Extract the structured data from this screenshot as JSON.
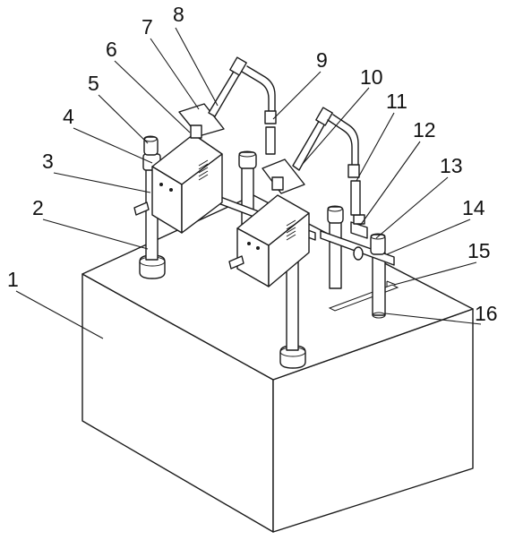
{
  "labels": [
    {
      "text": "1"
    },
    {
      "text": "2"
    },
    {
      "text": "3"
    },
    {
      "text": "4"
    },
    {
      "text": "5"
    },
    {
      "text": "6"
    },
    {
      "text": "7"
    },
    {
      "text": "8"
    },
    {
      "text": "9"
    },
    {
      "text": "10"
    },
    {
      "text": "11"
    },
    {
      "text": "12"
    },
    {
      "text": "13"
    },
    {
      "text": "14"
    },
    {
      "text": "15"
    },
    {
      "text": "16"
    }
  ]
}
